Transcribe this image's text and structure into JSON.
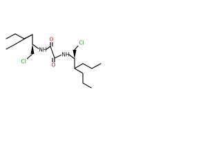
{
  "structure": {
    "atoms": {
      "nh_left": {
        "text": "NH",
        "color": "#000000"
      },
      "nh_right": {
        "text": "NH",
        "color": "#000000"
      },
      "o_top": {
        "text": "O",
        "color": "#ff0000"
      },
      "o_bottom": {
        "text": "O",
        "color": "#ff0000"
      },
      "cl_left": {
        "text": "Cl",
        "color": "#00b000"
      },
      "cl_right": {
        "text": "Cl",
        "color": "#00b000"
      }
    }
  }
}
